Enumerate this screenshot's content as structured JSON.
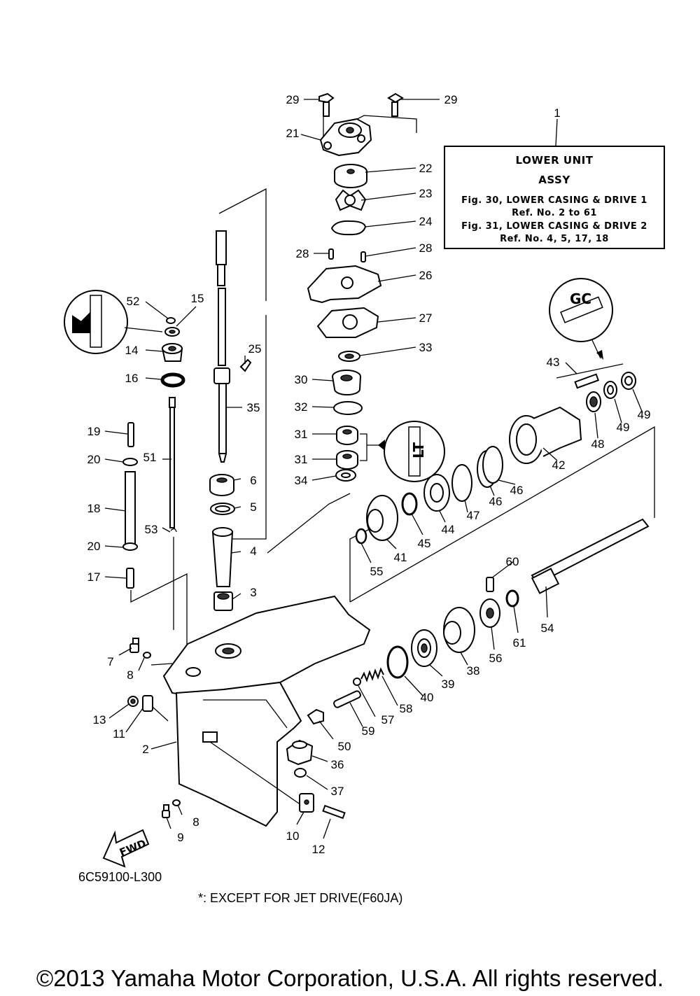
{
  "assembly_note": {
    "title_line1": "LOWER UNIT",
    "title_line2": "ASSY",
    "line1": "Fig. 30, LOWER CASING & DRIVE 1",
    "line2": "Ref. No. 2 to 61",
    "line3": "Fig. 31, LOWER CASING & DRIVE 2",
    "line4": "Ref. No. 4, 5, 17, 18"
  },
  "fwd_label": "FWD",
  "diagram_code": "6C59100-L300",
  "footnote": "*: EXCEPT FOR JET DRIVE(F60JA)",
  "copyright": "©2013 Yamaha Motor Corporation, U.S.A. All rights reserved.",
  "callouts": [
    "1",
    "2",
    "3",
    "4",
    "5",
    "6",
    "7",
    "8",
    "8",
    "9",
    "10",
    "11",
    "12",
    "13",
    "14",
    "15",
    "16",
    "17",
    "18",
    "19",
    "20",
    "20",
    "21",
    "22",
    "23",
    "24",
    "25",
    "26",
    "27",
    "28",
    "28",
    "29",
    "29",
    "30",
    "31",
    "31",
    "32",
    "33",
    "34",
    "35",
    "36",
    "37",
    "38",
    "39",
    "40",
    "41",
    "42",
    "43",
    "44",
    "45",
    "46",
    "46",
    "47",
    "48",
    "49",
    "49",
    "50",
    "51",
    "52",
    "53",
    "54",
    "55",
    "56",
    "57",
    "58",
    "59",
    "60",
    "61"
  ],
  "icons": [
    "grease-symbol-m-icon",
    "grease-symbol-a-icon",
    "sealant-symbol-lt-icon",
    "fwd-arrow-icon"
  ]
}
